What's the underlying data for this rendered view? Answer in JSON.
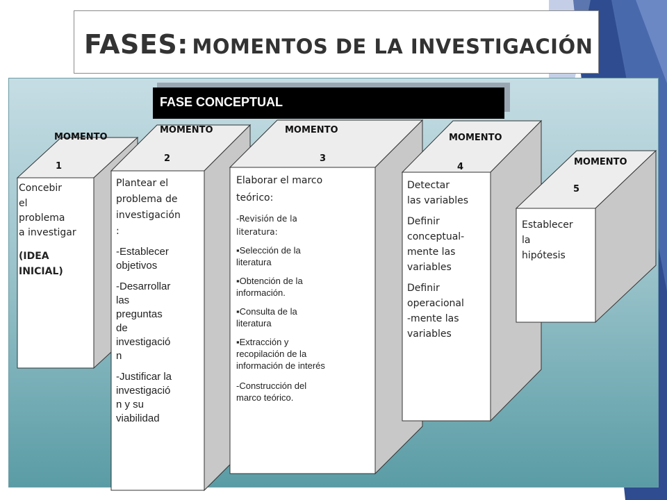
{
  "title": {
    "main": "FASES:",
    "sub": "MOMENTOS DE LA INVESTIGACIÓN"
  },
  "phase": {
    "label": "FASE CONCEPTUAL"
  },
  "colors": {
    "accent_blue": "#2e4c8f",
    "panel_top": "#c6dde4",
    "panel_bottom": "#5a9ca5",
    "prism_side": "#c8c8c8",
    "prism_top": "#ededed"
  },
  "momentos": [
    {
      "label": "MOMENTO",
      "number": "1",
      "lines": [
        "Concebir",
        "el",
        "problema",
        "a investigar"
      ],
      "emphasis": [
        "(IDEA",
        "INICIAL)"
      ]
    },
    {
      "label": "MOMENTO",
      "number": "2",
      "intro": [
        "Plantear el",
        "problema de",
        "investigación",
        ":"
      ],
      "items": [
        [
          "-Establecer",
          "objetivos"
        ],
        [
          "-Desarrollar",
          "las",
          "preguntas",
          "de",
          "investigació",
          "n"
        ],
        [
          "-Justificar la",
          "investigació",
          "n y su",
          "viabilidad"
        ]
      ]
    },
    {
      "label": "MOMENTO",
      "number": "3",
      "intro": [
        "Elaborar el marco",
        "teórico:"
      ],
      "review": [
        "-Revisión de la",
        "literatura:"
      ],
      "bullets": [
        [
          "Selección de la",
          "literatura"
        ],
        [
          "Obtención de la",
          "información."
        ],
        [
          "Consulta de la",
          "literatura"
        ],
        [
          "Extracción y",
          "recopilación de la",
          "información de interés"
        ]
      ],
      "closing": [
        "-Construcción del",
        "marco teórico."
      ]
    },
    {
      "label": "MOMENTO",
      "number": "4",
      "groups": [
        [
          "Detectar",
          "las variables"
        ],
        [
          "Definir",
          "conceptual-",
          "mente las",
          "variables"
        ],
        [
          "Definir",
          "operacional",
          "-mente las",
          "variables"
        ]
      ]
    },
    {
      "label": "MOMENTO",
      "number": "5",
      "lines": [
        "Establecer",
        "la",
        "hipótesis"
      ]
    }
  ]
}
